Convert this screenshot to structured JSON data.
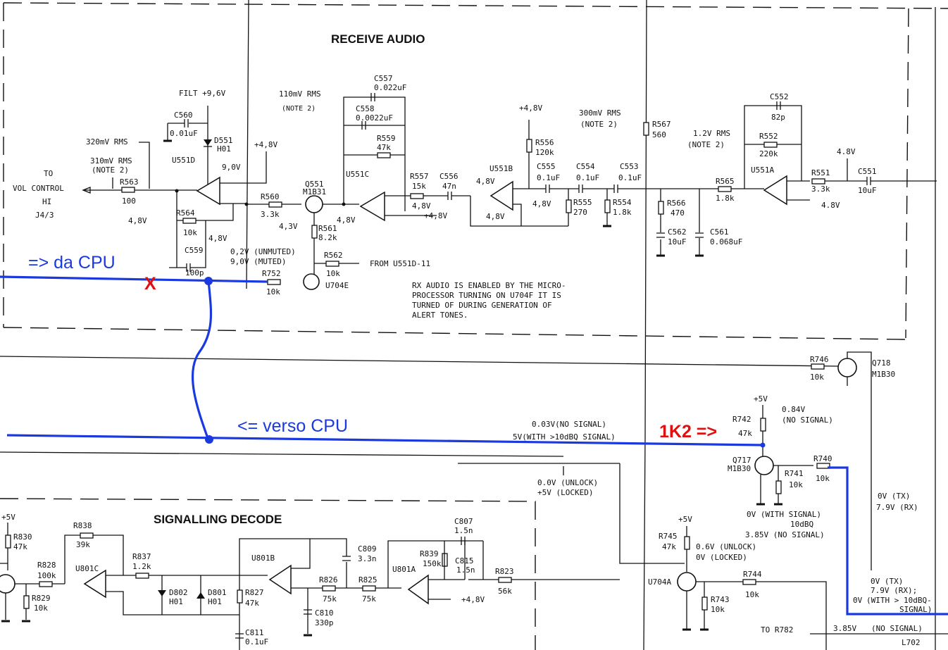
{
  "sections": {
    "receive_audio_title": "RECEIVE AUDIO",
    "signalling_decode_title": "SIGNALLING DECODE"
  },
  "annotations": {
    "from_cpu": "=> da CPU",
    "to_cpu": "<= verso CPU",
    "resistor_change": "1K2 =>",
    "cut_mark": "X",
    "blue_color": "#1a3adf",
    "red_color": "#e01010"
  },
  "receive_audio": {
    "labels": {
      "to_vol_control": [
        "TO",
        "VOL CONTROL",
        "HI",
        "J4/3"
      ],
      "filt_supply": "FILT +9,6V",
      "rms_320": "320mV RMS",
      "rms_310": "310mV RMS",
      "note2": "(NOTE 2)",
      "rms_110": "110mV RMS",
      "rms_300": "300mV RMS",
      "rms_1_2": "1.2V RMS",
      "v_4_8_comma": "+4,8V",
      "v_4_8": "4,8V",
      "v_4_8_dot": "4.8V",
      "v_9_0": "9,0V",
      "v_4_3": "4,3V",
      "unmuted": "0,2V (UNMUTED)",
      "muted": "9,0V (MUTED)",
      "from_u551d": "FROM U551D-11",
      "note_text": [
        "RX AUDIO IS ENABLED BY THE MICRO-",
        "PROCESSOR TURNING ON U704F IT IS",
        "TURNED OF DURING GENERATION OF",
        "ALERT TONES."
      ]
    },
    "components": {
      "R563": {
        "ref": "R563",
        "value": "100"
      },
      "C560": {
        "ref": "C560",
        "value": "0.01uF"
      },
      "D551": {
        "ref": "D551",
        "value": "H01"
      },
      "U551D": {
        "ref": "U551D"
      },
      "R564": {
        "ref": "R564",
        "value": "10k"
      },
      "C559": {
        "ref": "C559",
        "value": "100p"
      },
      "R560": {
        "ref": "R560",
        "value": "3.3k"
      },
      "Q551": {
        "ref": "Q551",
        "value": "M1B31"
      },
      "R561": {
        "ref": "R561",
        "value": "8.2k"
      },
      "R562": {
        "ref": "R562",
        "value": "10k"
      },
      "R752": {
        "ref": "R752",
        "value": "10k"
      },
      "U704E": {
        "ref": "U704E"
      },
      "C557": {
        "ref": "C557",
        "value": "0.022uF"
      },
      "C558": {
        "ref": "C558",
        "value": "0.0022uF"
      },
      "R559": {
        "ref": "R559",
        "value": "47k"
      },
      "U551C": {
        "ref": "U551C"
      },
      "R557": {
        "ref": "R557",
        "value": "15k"
      },
      "C556": {
        "ref": "C556",
        "value": "47n"
      },
      "U551B": {
        "ref": "U551B"
      },
      "R556": {
        "ref": "R556",
        "value": "120k"
      },
      "C555": {
        "ref": "C555",
        "value": "0.1uF"
      },
      "C554": {
        "ref": "C554",
        "value": "0.1uF"
      },
      "C553": {
        "ref": "C553",
        "value": "0.1uF"
      },
      "R555": {
        "ref": "R555",
        "value": "270"
      },
      "R554": {
        "ref": "R554",
        "value": "1.8k"
      },
      "R567": {
        "ref": "R567",
        "value": "560"
      },
      "R566": {
        "ref": "R566",
        "value": "470"
      },
      "C562": {
        "ref": "C562",
        "value": "10uF"
      },
      "C561": {
        "ref": "C561",
        "value": "0.068uF"
      },
      "R565": {
        "ref": "R565",
        "value": "1.8k"
      },
      "C552": {
        "ref": "C552",
        "value": "82p"
      },
      "R552": {
        "ref": "R552",
        "value": "220k"
      },
      "U551A": {
        "ref": "U551A"
      },
      "R551": {
        "ref": "R551",
        "value": "3.3k"
      },
      "C551": {
        "ref": "C551",
        "value": "10uF"
      }
    }
  },
  "middle": {
    "components": {
      "R746": {
        "ref": "R746",
        "value": "10k"
      },
      "Q718": {
        "ref": "Q718",
        "value": "M1B30"
      },
      "R742": {
        "ref": "R742",
        "value": "47k"
      },
      "Q717": {
        "ref": "Q717",
        "value": "M1B30"
      },
      "R741": {
        "ref": "R741",
        "value": "10k"
      },
      "R740": {
        "ref": "R740",
        "value": "10k"
      }
    },
    "labels": {
      "no_signal_003": "0.03V(NO SIGNAL)",
      "with_signal_5v": "5V(WITH >10dBQ SIGNAL)",
      "plus5v": "+5V",
      "v084": "0.84V",
      "no_signal": "(NO SIGNAL)",
      "unlock": "0.0V (UNLOCK)",
      "locked": "+5V (LOCKED)",
      "tx_0v": "0V (TX)",
      "rx_79": "7.9V (RX)",
      "with_signal_0v": "0V (WITH SIGNAL)",
      "dbq": "10dBQ",
      "no_signal_385": "3.85V (NO SIGNAL)"
    }
  },
  "signalling_decode": {
    "components": {
      "R830": {
        "ref": "R830",
        "value": "47k"
      },
      "R829": {
        "ref": "R829",
        "value": "10k"
      },
      "R828": {
        "ref": "R828",
        "value": "100k"
      },
      "R838": {
        "ref": "R838",
        "value": "39k"
      },
      "U801C": {
        "ref": "U801C"
      },
      "R837": {
        "ref": "R837",
        "value": "1.2k"
      },
      "D802": {
        "ref": "D802",
        "value": "H01"
      },
      "D801": {
        "ref": "D801",
        "value": "H01"
      },
      "R827": {
        "ref": "R827",
        "value": "47k"
      },
      "C811": {
        "ref": "C811",
        "value": "0.1uF"
      },
      "U801B": {
        "ref": "U801B"
      },
      "C809": {
        "ref": "C809",
        "value": "3.3n"
      },
      "R826": {
        "ref": "R826",
        "value": "75k"
      },
      "C810": {
        "ref": "C810",
        "value": "330p"
      },
      "R825": {
        "ref": "R825",
        "value": "75k"
      },
      "U801A": {
        "ref": "U801A"
      },
      "C807": {
        "ref": "C807",
        "value": "1.5n"
      },
      "R839": {
        "ref": "R839",
        "value": "150k"
      },
      "C815": {
        "ref": "C815",
        "value": "1.5n"
      },
      "R823": {
        "ref": "R823",
        "value": "56k"
      },
      "U704A": {
        "ref": "U704A"
      },
      "R745": {
        "ref": "R745",
        "value": "47k"
      },
      "R744": {
        "ref": "R744",
        "value": "10k"
      },
      "R743": {
        "ref": "R743",
        "value": "10k"
      }
    },
    "labels": {
      "plus5v": "+5V",
      "plus48": "+4,8V",
      "unlock_06": "0.6V (UNLOCK)",
      "locked_0": "0V (LOCKED)",
      "to_r782": "TO R782",
      "v385": "3.85V",
      "no_signal": "(NO SIGNAL)",
      "tx0": "0V (TX)",
      "rx79": "7.9V (RX);",
      "ov": "0V",
      "with_10dbq": "(WITH > 10dBQ-",
      "signal": "SIGNAL)",
      "l702": "L702"
    }
  }
}
